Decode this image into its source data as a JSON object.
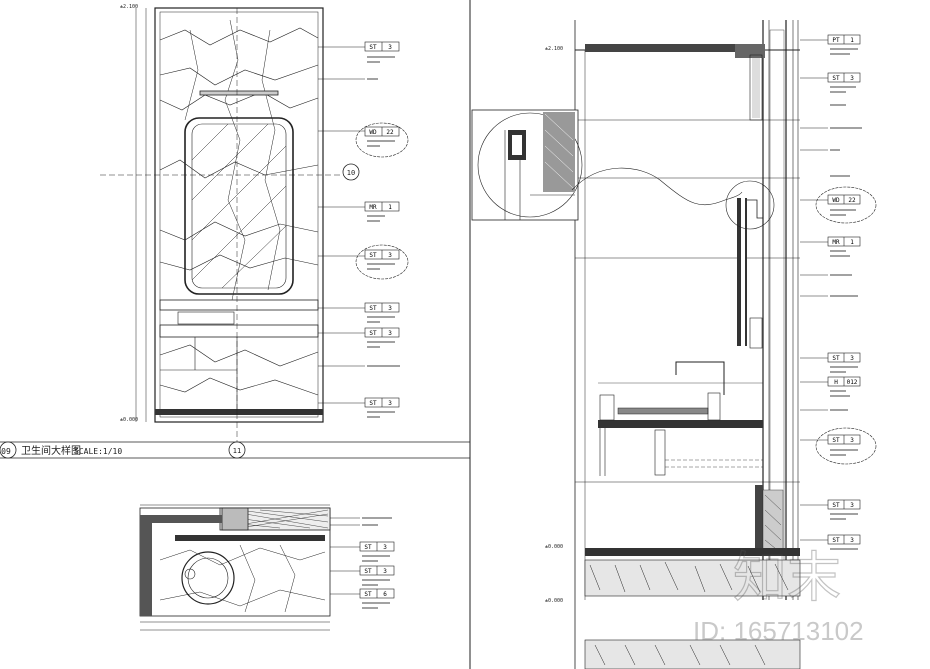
{
  "drawing": {
    "section_number": "09",
    "title": "卫生间大样图",
    "scale": "SCALE:1/10",
    "section_marker_right": "10",
    "section_marker_bottom": "11",
    "left_elevation": {
      "level_top": "±2.100",
      "level_bottom": "±0.000"
    },
    "right_section": {
      "level_top": "±2.100",
      "level_mid": "±0.000",
      "level_bottom": "±0.000"
    },
    "left_tags": [
      {
        "code": "ST",
        "num": "3"
      },
      {
        "code": "WD",
        "num": "22"
      },
      {
        "code": "MR",
        "num": "1"
      },
      {
        "code": "ST",
        "num": "3"
      },
      {
        "code": "ST",
        "num": "3"
      },
      {
        "code": "ST",
        "num": "3"
      },
      {
        "code": "ST",
        "num": "3"
      }
    ],
    "plan_tags": [
      {
        "code": "ST",
        "num": "3"
      },
      {
        "code": "ST",
        "num": "3"
      },
      {
        "code": "ST",
        "num": "6"
      }
    ],
    "right_tags": [
      {
        "code": "PT",
        "num": "1"
      },
      {
        "code": "ST",
        "num": "3"
      },
      {
        "code": "WD",
        "num": "22"
      },
      {
        "code": "MR",
        "num": "1"
      },
      {
        "code": "ST",
        "num": "3"
      },
      {
        "code": "H",
        "num": "012"
      },
      {
        "code": "ST",
        "num": "3"
      },
      {
        "code": "ST",
        "num": "3"
      },
      {
        "code": "ST",
        "num": "3"
      }
    ]
  },
  "watermark": {
    "logo_text": "知末",
    "id_text": "ID: 165713102"
  }
}
